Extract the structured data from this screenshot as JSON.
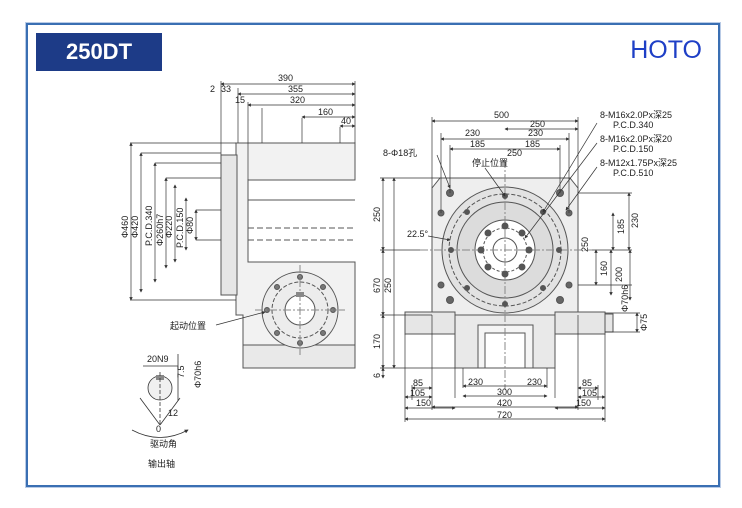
{
  "header": {
    "model": "250DT",
    "brand": "HOTO"
  },
  "left_view": {
    "top_dims": [
      "390",
      "355",
      "320",
      "160",
      "40",
      "2",
      "33",
      "15"
    ],
    "left_dims": [
      "Φ460",
      "Φ420",
      "P.C.D.340",
      "Φ260h7",
      "Φ220",
      "P.C.D.150",
      "Φ80"
    ],
    "start_label": "起动位置"
  },
  "shaft_detail": {
    "keyway": "20N9",
    "shaft_dia": "Φ70h6",
    "key_depth": "7.5",
    "angle": "12",
    "zero": "0",
    "drive_angle_label": "驱动角",
    "output_shaft_label": "输出轴"
  },
  "right_view": {
    "top_dims": [
      "500",
      "250",
      "250",
      "230",
      "230",
      "185",
      "185"
    ],
    "callouts": [
      "8-M16x2.0Px深25",
      "P.C.D.340",
      "8-M16x2.0Px深20",
      "P.C.D.150",
      "8-M12x1.75Px深25",
      "P.C.D.510"
    ],
    "hole_label": "8-Φ18孔",
    "stop_label": "停止位置",
    "angle_label": "22.5°",
    "left_dims": [
      "250",
      "670",
      "250",
      "170",
      "6"
    ],
    "right_dims": [
      "230",
      "185",
      "250",
      "160",
      "200",
      "Φ70h6",
      "Φ75"
    ],
    "bottom_dims": [
      "85",
      "105",
      "150",
      "230",
      "230",
      "300",
      "420",
      "720",
      "85",
      "105",
      "150"
    ]
  }
}
